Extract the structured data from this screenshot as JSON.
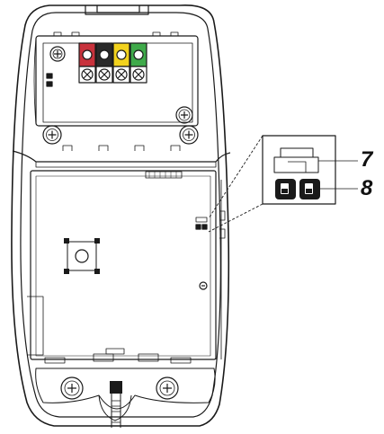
{
  "diagram": {
    "callouts": [
      {
        "id": "7",
        "label": "7",
        "refers_to": "jumper-switch"
      },
      {
        "id": "8",
        "label": "8",
        "refers_to": "dip-switches"
      }
    ],
    "terminal_colors": [
      "#c8323c",
      "#2a2a2a",
      "#f2d21e",
      "#3faa4a"
    ],
    "line_color": "#1a1a1a",
    "icon_names": [
      "screw-icon",
      "terminal-block-icon",
      "jumper-icon",
      "dip-switch-icon"
    ]
  }
}
